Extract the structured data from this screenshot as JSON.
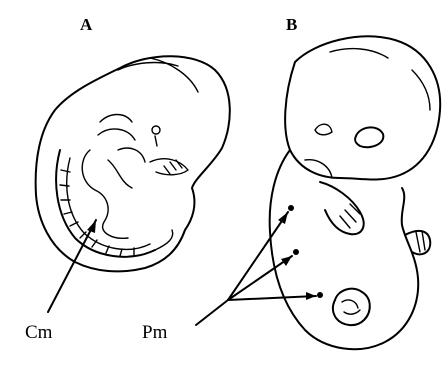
{
  "panels": [
    {
      "label": "A"
    },
    {
      "label": "B"
    }
  ],
  "callouts": {
    "cm": {
      "label": "Cm"
    },
    "pm": {
      "label": "Pm"
    }
  }
}
